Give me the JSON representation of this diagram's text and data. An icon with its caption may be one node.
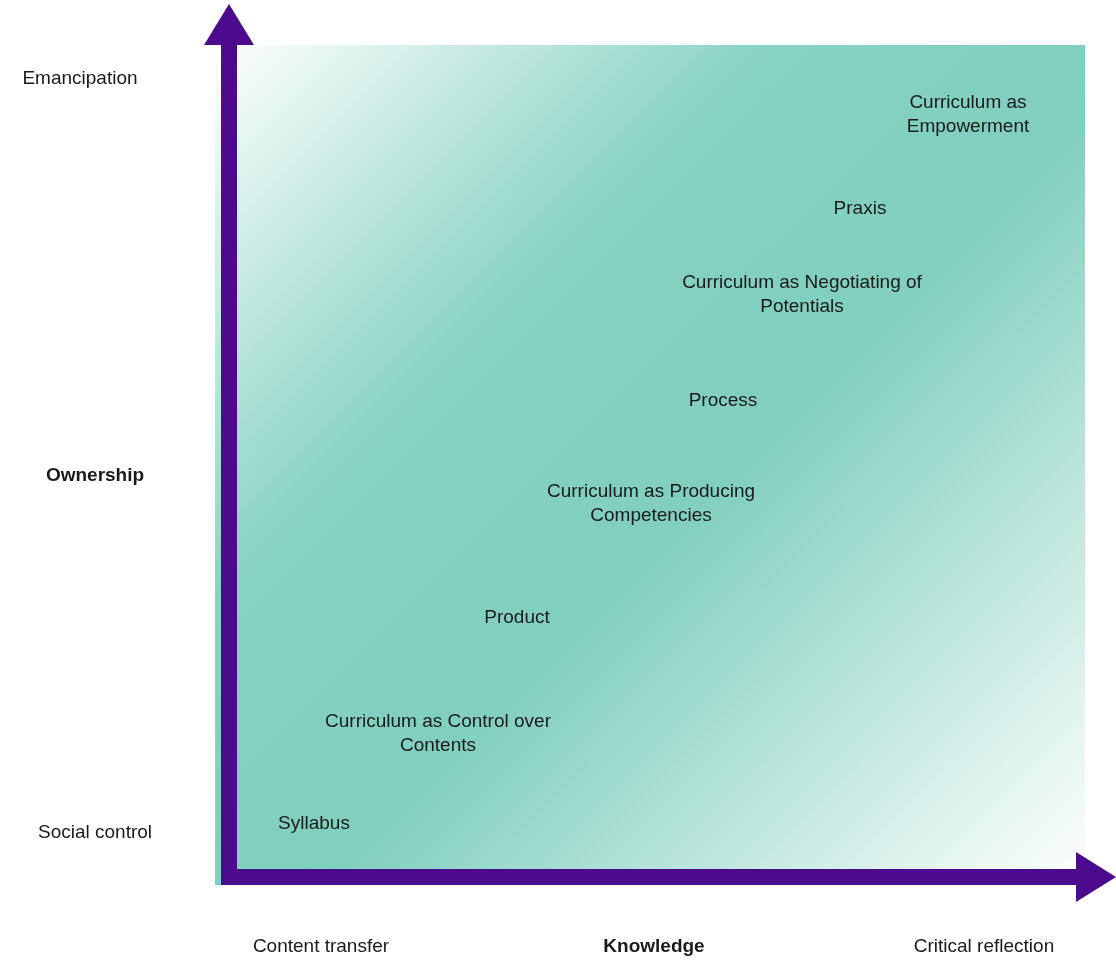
{
  "diagram": {
    "labels": [
      "Emancipation",
      "Curriculum as Empowerment",
      "Praxis",
      "Curriculum as Negotiating of Potentials",
      "Process",
      "Ownership",
      "Curriculum as Producing Competencies",
      "Product",
      "Curriculum as Control over Contents",
      "Social control",
      "Syllabus",
      "Content transfer",
      "Knowledge",
      "Critical reflection"
    ]
  }
}
